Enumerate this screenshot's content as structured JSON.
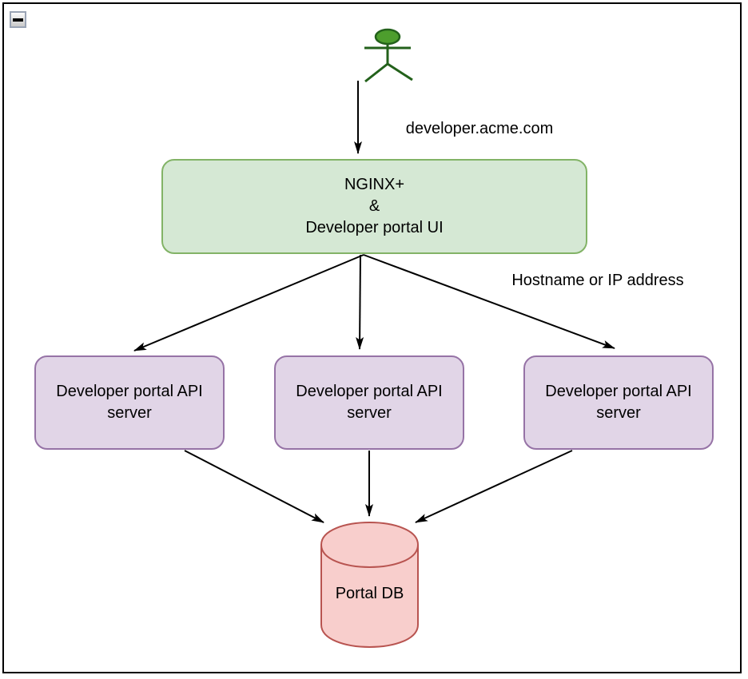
{
  "controls": {
    "collapse_icon": "minus-icon"
  },
  "nodes": {
    "nginx": {
      "line1": "NGINX+",
      "line2": "&",
      "line3": "Developer portal UI"
    },
    "api_servers": [
      {
        "label": "Developer portal API server"
      },
      {
        "label": "Developer portal API server"
      },
      {
        "label": "Developer portal API server"
      }
    ],
    "db": {
      "label": "Portal DB"
    }
  },
  "edge_labels": {
    "user_to_nginx": "developer.acme.com",
    "nginx_to_servers": "Hostname or IP address"
  },
  "colors": {
    "nginx_fill": "#d5e8d4",
    "nginx_stroke": "#82b366",
    "api_fill": "#e1d5e7",
    "api_stroke": "#9673a6",
    "db_fill": "#f8cecc",
    "db_stroke": "#b85450",
    "actor_fill": "#4d9e2d",
    "actor_stroke": "#23611b",
    "edge_color": "#000000",
    "frame_border": "#000000"
  }
}
